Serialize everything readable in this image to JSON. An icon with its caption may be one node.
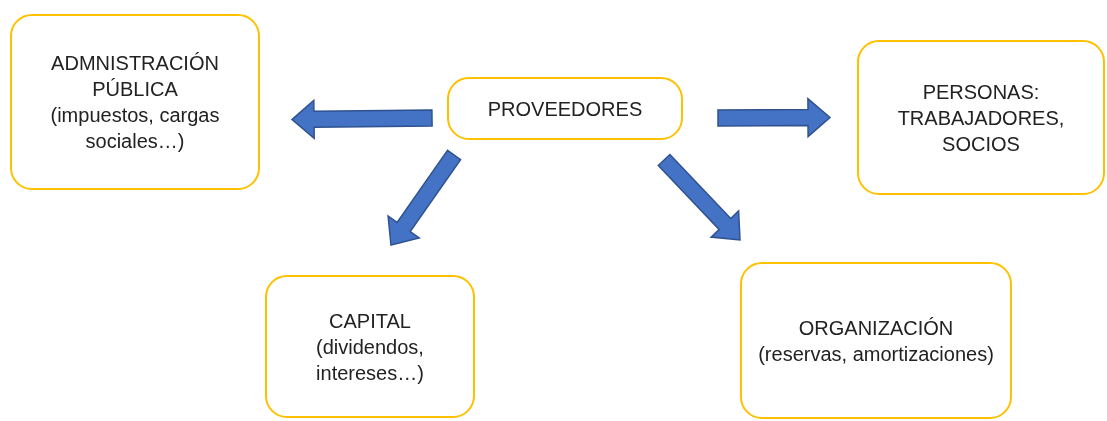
{
  "diagram": {
    "nodes": [
      {
        "text": [
          "ADMNISTRACIÓN PÚBLICA",
          "(impuestos, cargas sociales…)"
        ]
      },
      {
        "text": [
          "PROVEEDORES"
        ]
      },
      {
        "text": [
          "PERSONAS: TRABAJADORES, SOCIOS"
        ]
      },
      {
        "text": [
          "CAPITAL",
          "(dividendos, intereses…)"
        ]
      },
      {
        "text": [
          "ORGANIZACIÓN",
          "(reservas, amortizaciones)"
        ]
      }
    ],
    "edges": [
      {
        "from": 1,
        "to": 0,
        "arrow": "to"
      },
      {
        "from": 1,
        "to": 2,
        "arrow": "to"
      },
      {
        "from": 1,
        "to": 3,
        "arrow": "to"
      },
      {
        "from": 1,
        "to": 4,
        "arrow": "to"
      }
    ]
  }
}
